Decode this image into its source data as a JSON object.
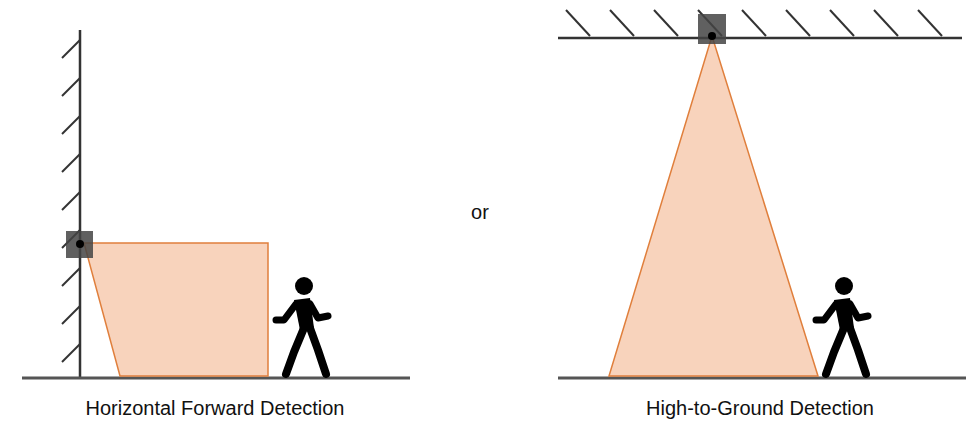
{
  "diagram": {
    "labels": [
      "Horizontal Forward Detection",
      "or",
      "High-to-Ground Detection"
    ]
  }
}
